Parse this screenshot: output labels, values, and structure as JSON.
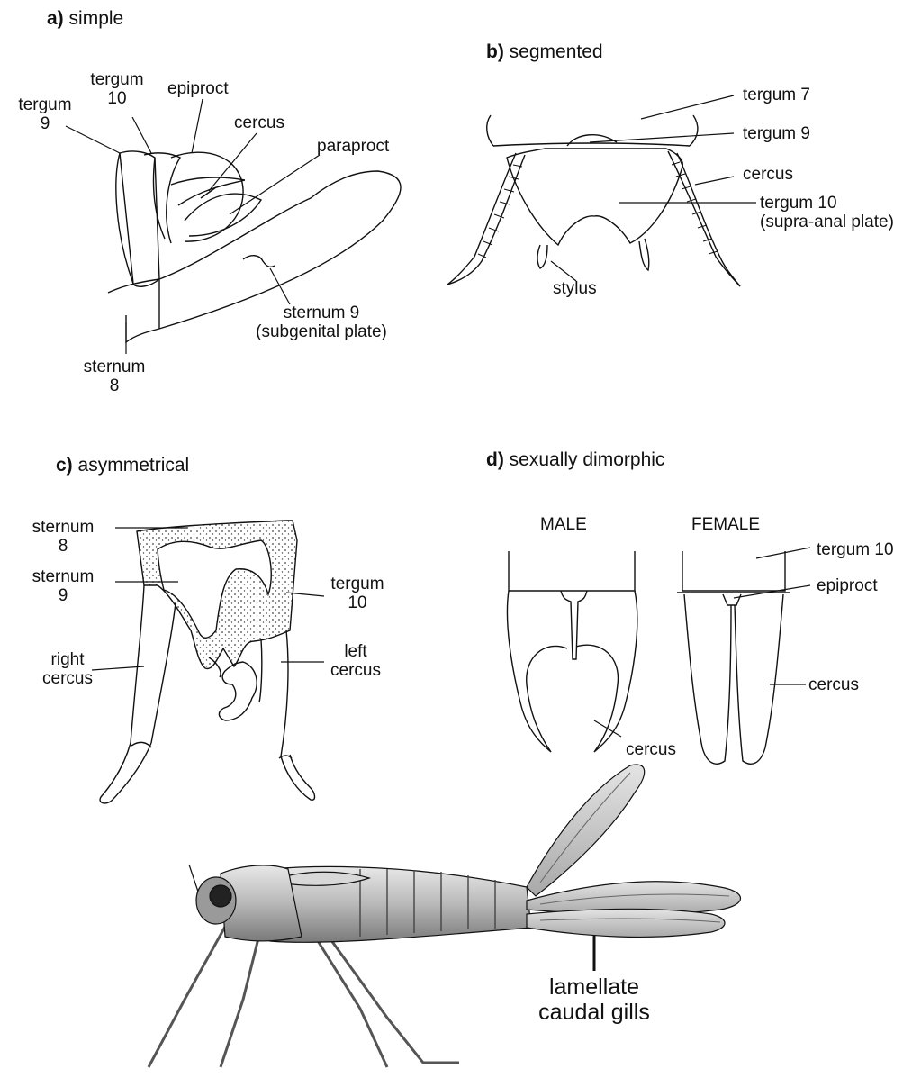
{
  "panels": {
    "a": {
      "letter": "a)",
      "title": "simple",
      "labels": {
        "tergum9": [
          "tergum",
          "9"
        ],
        "tergum10": [
          "tergum",
          "10"
        ],
        "epiproct": "epiproct",
        "cercus": "cercus",
        "paraproct": "paraproct",
        "sternum9": [
          "sternum 9",
          "(subgenital plate)"
        ],
        "sternum8": [
          "sternum",
          "8"
        ]
      }
    },
    "b": {
      "letter": "b)",
      "title": "segmented",
      "labels": {
        "tergum7": "tergum 7",
        "tergum9": "tergum 9",
        "cercus": "cercus",
        "tergum10": [
          "tergum 10",
          "(supra-anal plate)"
        ],
        "stylus": "stylus"
      }
    },
    "c": {
      "letter": "c)",
      "title": "asymmetrical",
      "labels": {
        "sternum8": [
          "sternum",
          "8"
        ],
        "sternum9": [
          "sternum",
          "9"
        ],
        "tergum10": [
          "tergum",
          "10"
        ],
        "right_cercus": [
          "right",
          "cercus"
        ],
        "left_cercus": [
          "left",
          "cercus"
        ]
      }
    },
    "d": {
      "letter": "d)",
      "title": "sexually dimorphic",
      "male": "MALE",
      "female": "FEMALE",
      "labels": {
        "tergum10": "tergum 10",
        "epiproct": "epiproct",
        "cercus_female": "cercus",
        "cercus_male": "cercus"
      }
    },
    "e": {
      "labels": {
        "gills": [
          "lamellate",
          "caudal gills"
        ]
      }
    }
  },
  "colors": {
    "ink": "#111111",
    "stipple": "#444444",
    "gill_fill": "#c9c9c9",
    "body_fill": "#bdbdbd"
  }
}
